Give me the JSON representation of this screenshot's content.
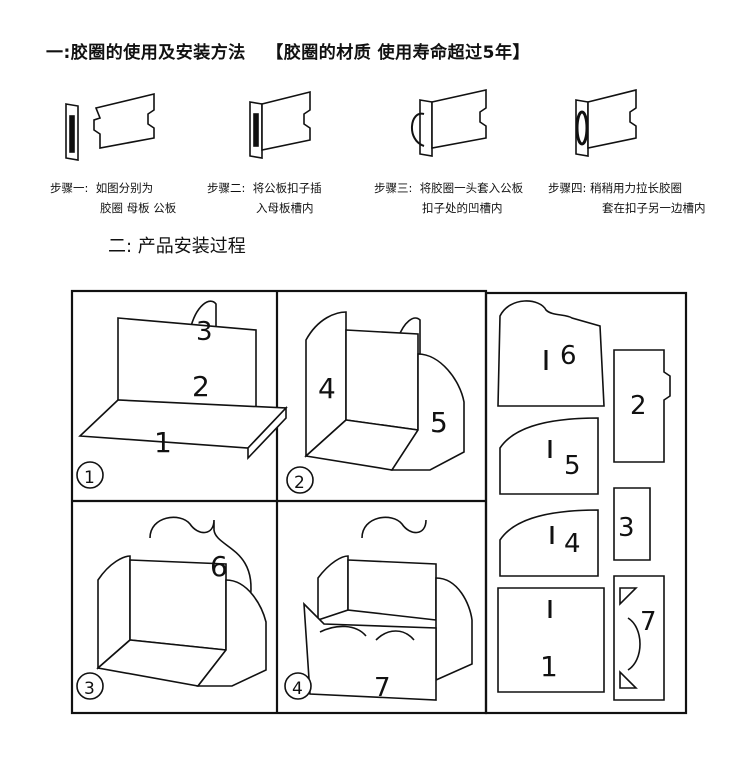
{
  "section1": {
    "title": "一:胶圈的使用及安装方法",
    "note": "【胶圈的材质 使用寿命超过5年】"
  },
  "steps": [
    {
      "label": "步骤一:",
      "line1": "如图分别为",
      "line2": "胶圈 母板 公板"
    },
    {
      "label": "步骤二:",
      "line1": "将公板扣子插",
      "line2": "入母板槽内"
    },
    {
      "label": "步骤三:",
      "line1": "将胶圈一头套入公板",
      "line2": "扣子处的凹槽内"
    },
    {
      "label": "步骤四:",
      "line1": "稍稍用力拉长胶圈",
      "line2": "套在扣子另一边槽内"
    }
  ],
  "section2": {
    "title": "二: 产品安装过程"
  },
  "panels": [
    {
      "step": "1",
      "parts": [
        "3",
        "2",
        "1"
      ]
    },
    {
      "step": "2",
      "parts": [
        "4",
        "5"
      ]
    },
    {
      "step": "3",
      "parts": [
        "6"
      ]
    },
    {
      "step": "4",
      "parts": [
        "7"
      ]
    }
  ],
  "pieces": [
    "6",
    "2",
    "5",
    "4",
    "3",
    "1",
    "7"
  ]
}
